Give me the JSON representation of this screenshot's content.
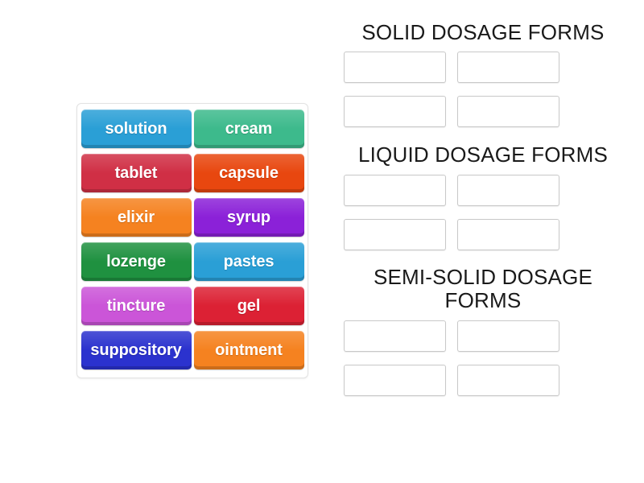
{
  "activity": {
    "type": "drag-and-drop-sorting",
    "background_color": "#ffffff"
  },
  "tile_pool": {
    "name": "draggable-word-tiles",
    "tiles": [
      {
        "label": "solution",
        "color": "#2A9FD6"
      },
      {
        "label": "cream",
        "color": "#3DBA8C"
      },
      {
        "label": "tablet",
        "color": "#D02F45"
      },
      {
        "label": "capsule",
        "color": "#E8470F"
      },
      {
        "label": "elixir",
        "color": "#F58220"
      },
      {
        "label": "syrup",
        "color": "#8B21D8"
      },
      {
        "label": "lozenge",
        "color": "#1F9140"
      },
      {
        "label": "pastes",
        "color": "#2A9FD6"
      },
      {
        "label": "tincture",
        "color": "#CB55D8"
      },
      {
        "label": "gel",
        "color": "#DC2134"
      },
      {
        "label": "suppository",
        "color": "#2B32CE"
      },
      {
        "label": "ointment",
        "color": "#F58220"
      }
    ]
  },
  "categories": [
    {
      "id": "solid",
      "title": "SOLID DOSAGE FORMS",
      "dropzones": [
        "",
        "",
        "",
        ""
      ]
    },
    {
      "id": "liquid",
      "title": "LIQUID DOSAGE FORMS",
      "dropzones": [
        "",
        "",
        "",
        ""
      ]
    },
    {
      "id": "semisolid",
      "title": "SEMI-SOLID DOSAGE FORMS",
      "dropzones": [
        "",
        "",
        "",
        ""
      ]
    }
  ],
  "colors": {
    "text_dark": "#1a1a1a",
    "tile_text": "#ffffff",
    "dropzone_border": "#c8c8c8",
    "pool_border": "#e2e2e2"
  }
}
